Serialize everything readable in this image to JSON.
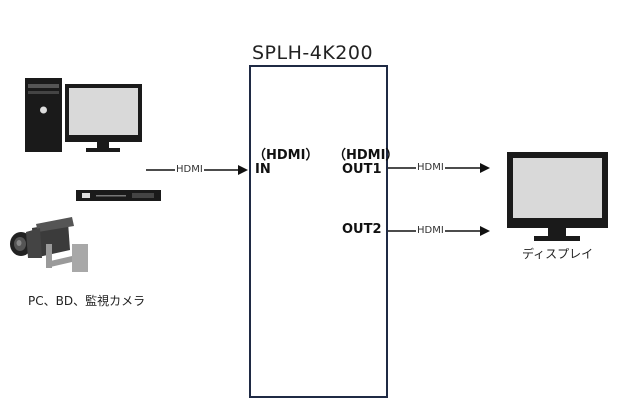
{
  "device": {
    "name": "SPLH-4K200",
    "input_label_top": "（HDMI）",
    "input_label": "IN",
    "out1_label_top": "（HDMI）",
    "out1_label": "OUT1",
    "out2_label": "OUT2"
  },
  "connections": {
    "in_cable": "HDMI",
    "out1_cable": "HDMI",
    "out2_cable": "HDMI"
  },
  "sources": {
    "caption": "PC、BD、監視カメラ",
    "icons": [
      "desktop-pc-icon",
      "bd-player-icon",
      "security-camera-icon"
    ]
  },
  "display": {
    "caption": "ディスプレイ",
    "icon": "monitor-icon"
  },
  "colors": {
    "box_border": "#1f2a44",
    "line": "#111111",
    "icon_dark": "#1a1a1a",
    "icon_screen": "#d9d9d9"
  }
}
